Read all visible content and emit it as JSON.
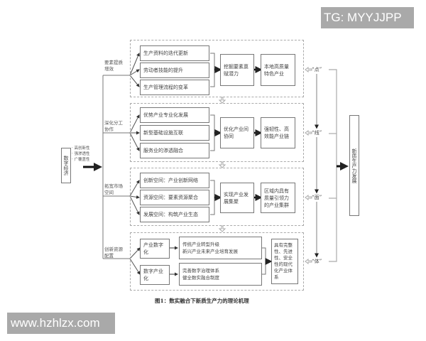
{
  "watermarks": {
    "top_right": "TG: MYYJJPP",
    "bottom_left": "www.hzhlzx.com"
  },
  "source": {
    "label": "数字经济",
    "properties": [
      "· 高创新性",
      "· 强渗透性",
      "· 广覆盖性"
    ]
  },
  "branches": [
    {
      "label": "要素提质增效",
      "inputs": [
        "生产资料的迭代更新",
        "劳动者技能的提升",
        "生产管理流程的变革"
      ],
      "mid": "挖掘要素禀赋潜力",
      "result": "本地高质量特色产业",
      "level": "“点”"
    },
    {
      "label": "深化分工协作",
      "inputs": [
        "优势产业专业化发展",
        "新型基础设施互联",
        "服务业的渗透融合"
      ],
      "mid": "优化产业间协同",
      "result": "强韧性、高效能产业链",
      "level": "“线”"
    },
    {
      "label": "拓宽市场空间",
      "inputs": [
        "创新空间：产业创新网络",
        "资源空间：要素资源聚合",
        "发展空间：构筑产业生态"
      ],
      "mid": "实现产业发展集聚",
      "result": "区域内具有质量引领力的产业集群",
      "level": "“面”"
    },
    {
      "label": "创新资源配置",
      "inputs": [
        "产业数字化",
        "数字产业化"
      ],
      "details": [
        "传统产业转型升级\n新兴产业未来产业培育发展",
        "完善数字治理体系\n健全数实融合制度"
      ],
      "result": "具有完整性、先进性、安全性的现代化产业体系",
      "level": "“体”"
    }
  ],
  "outcome": "新质生产力发展",
  "caption": "图1：数实融合下新质生产力的理论机理"
}
